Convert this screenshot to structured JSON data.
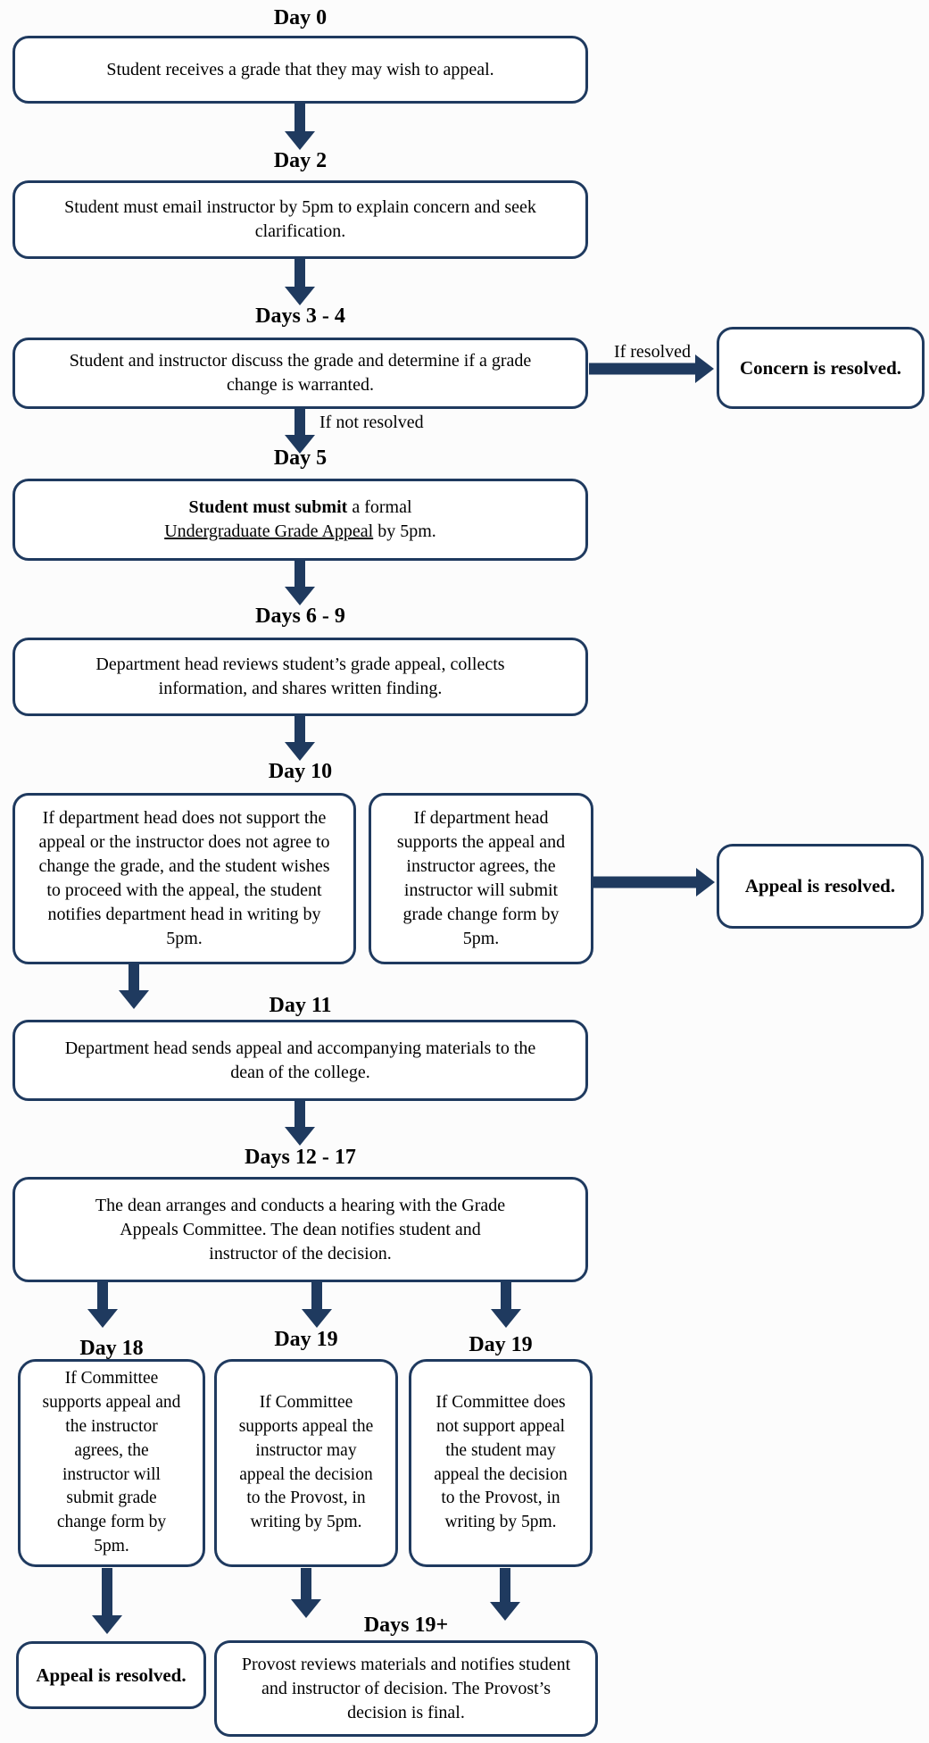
{
  "colors": {
    "accent": "#1f3a5f",
    "box_fill": "#ffffff",
    "background": "#fcfcfc",
    "text": "#000000"
  },
  "flowchart": {
    "day0": {
      "title": "Day 0",
      "text": "Student receives a grade that they may wish to appeal."
    },
    "day2": {
      "title": "Day 2",
      "text": "Student must email instructor by 5pm to explain concern and seek clarification."
    },
    "days3_4": {
      "title": "Days 3 - 4",
      "text": "Student and instructor discuss the grade and determine if a grade change is warranted.",
      "resolved_label": "If resolved",
      "not_resolved_label": "If not resolved"
    },
    "concern_resolved": {
      "text": "Concern is resolved."
    },
    "day5": {
      "title": "Day 5",
      "line1_bold": "Student must submit",
      "line1_rest": " a formal",
      "line2_underlined": "Undergraduate Grade Appeal",
      "line2_rest": " by 5pm."
    },
    "days6_9": {
      "title": "Days 6 - 9",
      "text": "Department head reviews student’s grade appeal, collects information, and shares written finding."
    },
    "day10": {
      "title": "Day 10",
      "left_text": "If department head does not support the appeal or the instructor does not agree to change the grade, and the student wishes to proceed with the appeal, the student notifies department head in writing by 5pm.",
      "right_text": "If department head supports the appeal and instructor agrees, the instructor will submit grade change form by 5pm."
    },
    "appeal_resolved_day10": {
      "text": "Appeal is resolved."
    },
    "day11": {
      "title": "Day 11",
      "text": "Department head sends appeal and accompanying materials to the dean of the college."
    },
    "days12_17": {
      "title": "Days 12 - 17",
      "text": "The dean arranges and conducts a hearing with the Grade Appeals Committee. The dean notifies student and instructor of the decision."
    },
    "day18": {
      "title": "Day 18",
      "text": "If Committee supports appeal and the instructor agrees, the instructor will submit grade change form by 5pm."
    },
    "day19_instructor": {
      "title": "Day 19",
      "text": "If Committee supports appeal the instructor may appeal the decision to the Provost, in writing by 5pm."
    },
    "day19_student": {
      "title": "Day 19",
      "text": "If Committee does not support appeal the student may appeal the decision to the Provost, in writing by 5pm."
    },
    "appeal_resolved_final": {
      "text": "Appeal is resolved."
    },
    "days19_plus": {
      "title": "Days 19+",
      "text": "Provost reviews materials and notifies student and instructor of decision. The Provost’s decision is final."
    }
  }
}
